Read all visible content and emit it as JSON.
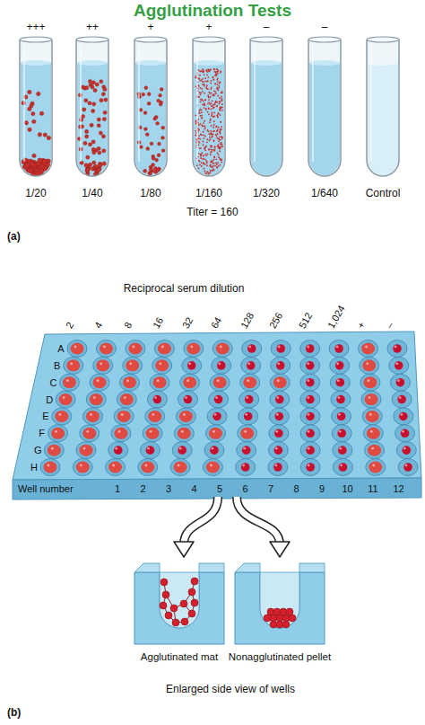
{
  "diagram": {
    "title": "Agglutination Tests",
    "nodes": [
      {
        "text": [
          "+++",
          "1/20"
        ]
      },
      {
        "text": [
          "++",
          "1/40"
        ]
      },
      {
        "text": [
          "+",
          "1/80"
        ]
      },
      {
        "text": [
          "+",
          "1/160"
        ]
      },
      {
        "text": [
          "–",
          "1/320"
        ]
      },
      {
        "text": [
          "–",
          "1/640"
        ]
      },
      {
        "text": [
          "Control"
        ]
      },
      {
        "text": [
          "Agglutinated mat"
        ]
      },
      {
        "text": [
          "Nonagglutinated pellet"
        ]
      }
    ],
    "labels": [
      "Titer = 160",
      "(a)",
      "Reciprocal serum dilution",
      "2",
      "4",
      "8",
      "16",
      "32",
      "64",
      "128",
      "256",
      "512",
      "1,024",
      "+",
      "–",
      "A",
      "B",
      "C",
      "D",
      "E",
      "F",
      "G",
      "H",
      "Well number",
      "1",
      "2",
      "3",
      "4",
      "5",
      "6",
      "7",
      "8",
      "9",
      "10",
      "11",
      "12",
      "Enlarged side view of wells",
      "(b)"
    ]
  }
}
